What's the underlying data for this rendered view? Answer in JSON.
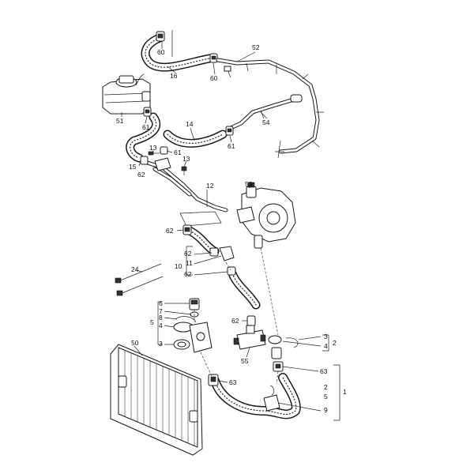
{
  "diagram": {
    "callouts": [
      {
        "id": "c60a",
        "text": "60"
      },
      {
        "id": "c16",
        "text": "16"
      },
      {
        "id": "c60b",
        "text": "60"
      },
      {
        "id": "c52",
        "text": "52"
      },
      {
        "id": "c51",
        "text": "51"
      },
      {
        "id": "c61a",
        "text": "61"
      },
      {
        "id": "c14",
        "text": "14"
      },
      {
        "id": "c54",
        "text": "54"
      },
      {
        "id": "c61b",
        "text": "61"
      },
      {
        "id": "c13a",
        "text": "13"
      },
      {
        "id": "c61c",
        "text": "61"
      },
      {
        "id": "c15",
        "text": "15"
      },
      {
        "id": "c62a",
        "text": "62"
      },
      {
        "id": "c13b",
        "text": "13"
      },
      {
        "id": "c12",
        "text": "12"
      },
      {
        "id": "c53",
        "text": "53"
      },
      {
        "id": "c62b",
        "text": "62"
      },
      {
        "id": "c62c",
        "text": "62"
      },
      {
        "id": "c11",
        "text": "11"
      },
      {
        "id": "c10",
        "text": "10"
      },
      {
        "id": "c62d",
        "text": "62"
      },
      {
        "id": "c24",
        "text": "24"
      },
      {
        "id": "c6",
        "text": "6"
      },
      {
        "id": "c7",
        "text": "7"
      },
      {
        "id": "c8",
        "text": "8"
      },
      {
        "id": "c5a",
        "text": "5"
      },
      {
        "id": "c4a",
        "text": "4"
      },
      {
        "id": "c62e",
        "text": "62"
      },
      {
        "id": "c3a",
        "text": "3"
      },
      {
        "id": "c3b",
        "text": "3"
      },
      {
        "id": "c4b",
        "text": "4"
      },
      {
        "id": "c2a",
        "text": "2"
      },
      {
        "id": "c50",
        "text": "50"
      },
      {
        "id": "c55",
        "text": "55"
      },
      {
        "id": "c63a",
        "text": "63"
      },
      {
        "id": "c63b",
        "text": "63"
      },
      {
        "id": "c2b",
        "text": "2"
      },
      {
        "id": "c5b",
        "text": "5"
      },
      {
        "id": "c1",
        "text": "1"
      },
      {
        "id": "c9",
        "text": "9"
      }
    ]
  }
}
